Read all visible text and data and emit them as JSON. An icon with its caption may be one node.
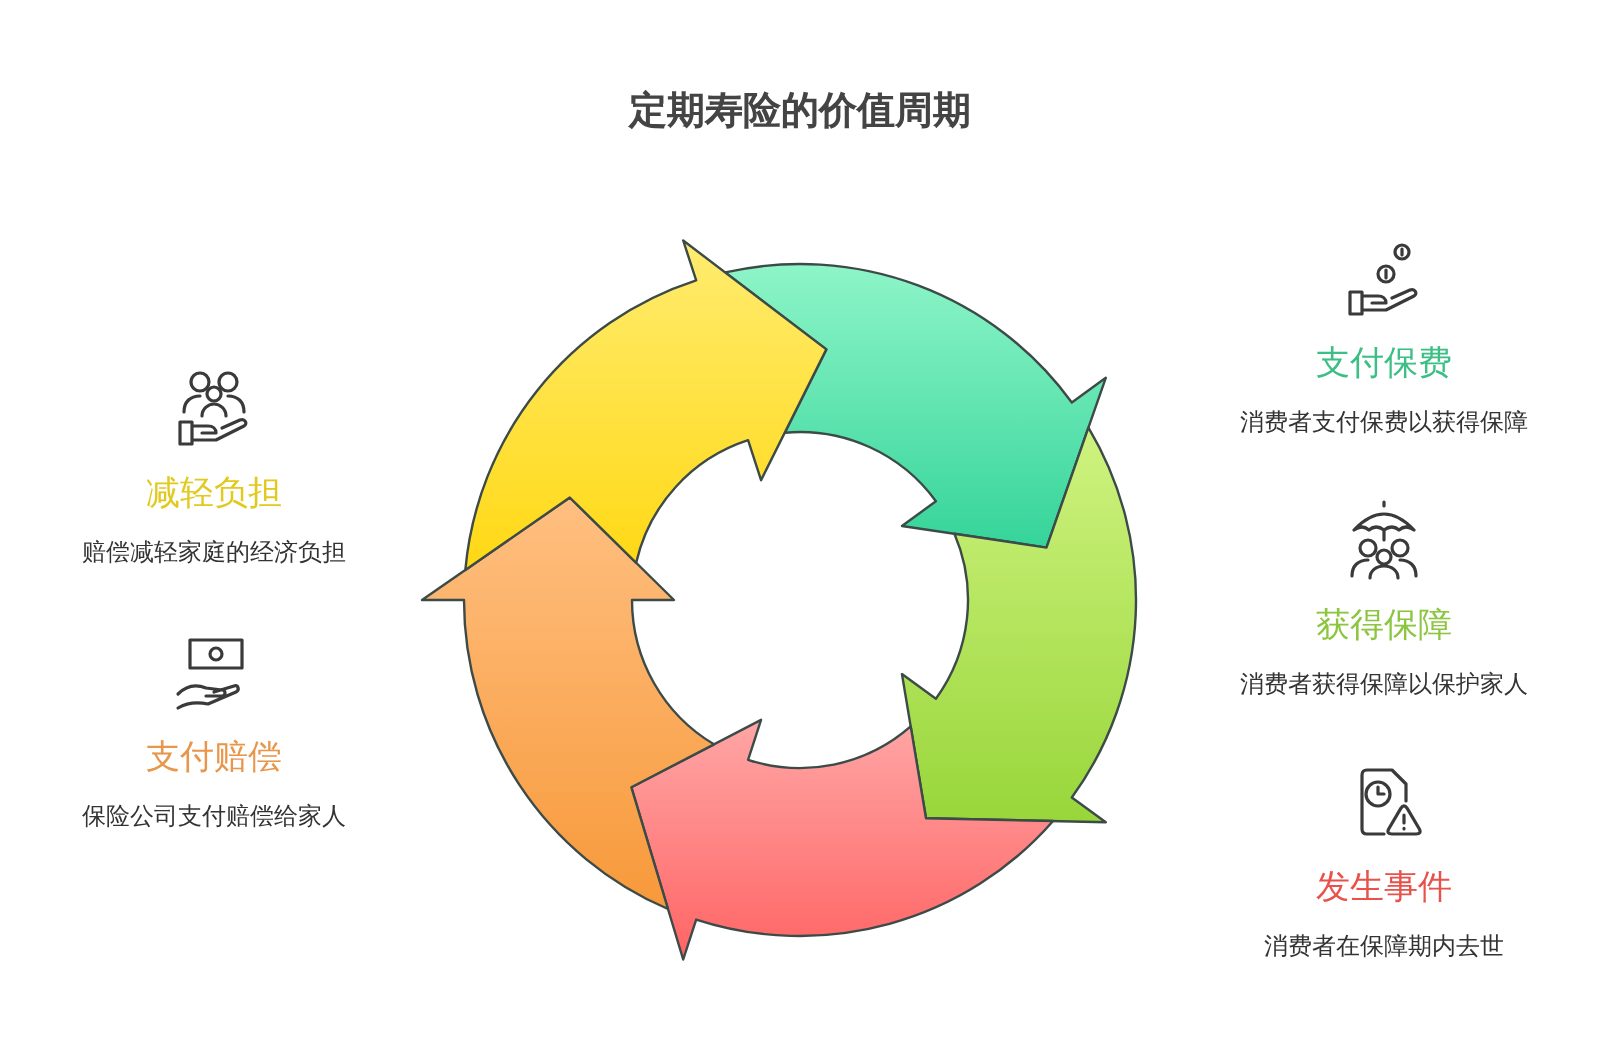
{
  "diagram": {
    "title": "定期寿险的价值周期",
    "nodes": [
      {
        "text": [],
        "shape": "arrow",
        "beside": [
          "支付保费",
          "消费者支付保费以获得保障"
        ]
      },
      {
        "text": [],
        "shape": "arrow",
        "beside": [
          "获得保障",
          "消费者获得保障以保护家人"
        ]
      },
      {
        "text": [],
        "shape": "arrow",
        "beside": [
          "发生事件",
          "消费者在保障期内去世"
        ]
      },
      {
        "text": [],
        "shape": "arrow",
        "beside": [
          "支付赔偿",
          "保险公司支付赔偿给家人"
        ]
      },
      {
        "text": [],
        "shape": "arrow",
        "beside": [
          "减轻负担",
          "赔偿减轻家庭的经济负担"
        ]
      }
    ]
  }
}
